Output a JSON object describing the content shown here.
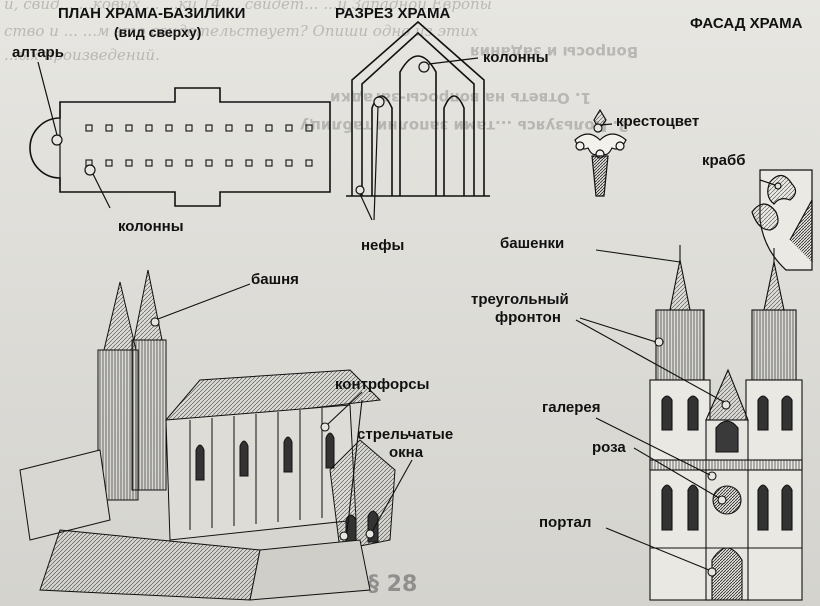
{
  "headers": {
    "plan": "ПЛАН ХРАМА-БАЗИЛИКИ",
    "plan_sub": "(вид сверху)",
    "section": "РАЗРЕЗ ХРАМА",
    "facade": "ФАСАД ХРАМА"
  },
  "labels": {
    "altar": "алтарь",
    "columns_plan": "колонны",
    "columns_section": "колонны",
    "naves": "нефы",
    "crestocvet": "крестоцвет",
    "crabb": "крабб",
    "bashenki": "башенки",
    "tower": "башня",
    "pediment_1": "треугольный",
    "pediment_2": "фронтон",
    "buttresses": "контрфорсы",
    "lancet_1": "стрельчатые",
    "lancet_2": "окна",
    "gallery": "галерея",
    "rose": "роза",
    "portal": "портал"
  },
  "background_text": {
    "line_top": "и, свид... ...ковых ... ...ки 14..., свидет... ...и Западной Европы",
    "line_2": "ство и ... ...м это свидетельствует? Опиши одно из этих",
    "line_3": "...ых произведений.",
    "q_title": "Вопросы и задания",
    "q1": "1. Ответь на вопросы-загадки",
    "q2": "2. Пользуясь ...тами заполни таблицу",
    "page_num": "§ 28"
  },
  "colors": {
    "ink": "#111111",
    "paper": "#e2e1dc",
    "line": "#222222"
  }
}
